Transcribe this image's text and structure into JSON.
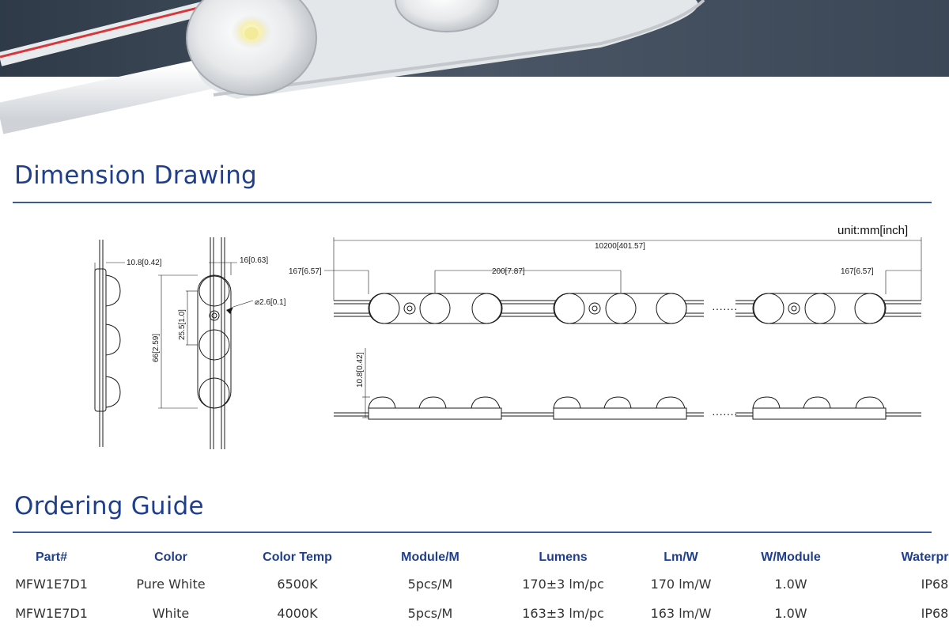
{
  "sections": {
    "dimension_title": "Dimension Drawing",
    "ordering_title": "Ordering Guide"
  },
  "drawing": {
    "unit": "unit:mm[inch]",
    "dims": {
      "side_width": "10.8[0.42]",
      "front_width": "16[0.63]",
      "hole": "2.6[0.1]",
      "pitch": "25.5[1.0]",
      "length": "66[2.59]",
      "total_length": "10200[401.57]",
      "module_spacing": "200[7.87]",
      "lead_left": "167[6.57]",
      "lead_right": "167[6.57]",
      "height": "10.8[0.42]",
      "dots_top": "·······",
      "dots_bottom": "·······"
    }
  },
  "table": {
    "headers": [
      "Part#",
      "Color",
      "Color Temp",
      "Module/M",
      "Lumens",
      "Lm/W",
      "W/Module",
      "Waterproof"
    ],
    "rows": [
      [
        "MFW1E7D1",
        "Pure White",
        "6500K",
        "5pcs/M",
        "170±3 lm/pc",
        "170 lm/W",
        "1.0W",
        "IP68"
      ],
      [
        "MFW1E7D1",
        "White",
        "4000K",
        "5pcs/M",
        "163±3 lm/pc",
        "163 lm/W",
        "1.0W",
        "IP68"
      ]
    ]
  },
  "colors": {
    "title": "#1f3f8c",
    "rule": "#3c5a9c",
    "hero_bg": "#3a4654"
  }
}
